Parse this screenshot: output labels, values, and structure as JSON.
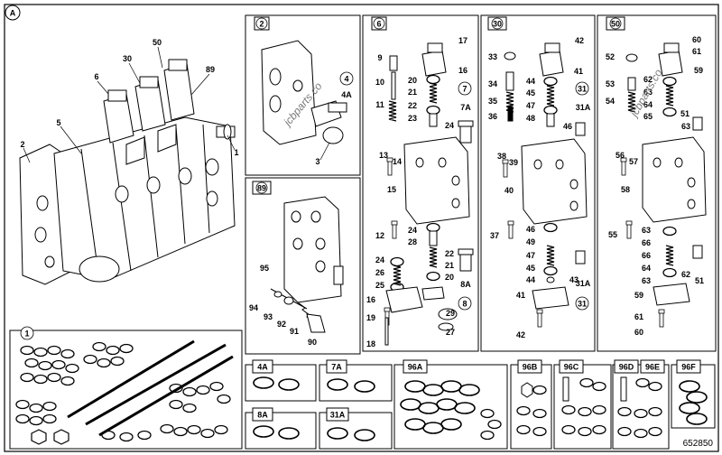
{
  "diagram": {
    "main_tag": "A",
    "drawing_number": "652850",
    "watermark": "jcbparts.co",
    "sections": {
      "s2": "2",
      "s4": "4",
      "s4a": "4A",
      "s6": "6",
      "s7": "7",
      "s7a": "7A",
      "s8": "8",
      "s8a": "8A",
      "s30": "30",
      "s31": "31",
      "s31a": "31A",
      "s50": "50",
      "s89": "89",
      "s1": "1",
      "s96a": "96A",
      "s96b": "96B",
      "s96c": "96C",
      "s96d": "96D",
      "s96e": "96E",
      "s96f": "96F"
    },
    "main_labels": {
      "l50": "50",
      "l30": "30",
      "l6": "6",
      "l89": "89",
      "l5": "5",
      "l2": "2",
      "l1": "1"
    },
    "box2_labels": {
      "l4": "4",
      "l4a": "4A",
      "l3": "3"
    },
    "box89_labels": {
      "l95": "95",
      "l94": "94",
      "l93": "93",
      "l92": "92",
      "l91": "91",
      "l90": "90"
    },
    "box6_labels": {
      "l9": "9",
      "l17": "17",
      "l20a": "20",
      "l16a": "16",
      "l10": "10",
      "l21a": "21",
      "l22a": "22",
      "l11": "11",
      "l23": "23",
      "l24a": "24",
      "l13": "13",
      "l14": "14",
      "l15": "15",
      "l12": "12",
      "l24b": "24",
      "l28": "28",
      "l22b": "22",
      "l21b": "21",
      "l20b": "20",
      "l24c": "24",
      "l26": "26",
      "l25": "25",
      "l16b": "16",
      "l19": "19",
      "l29": "29",
      "l27": "27",
      "l18": "18"
    },
    "box30_labels": {
      "l42a": "42",
      "l33": "33",
      "l41": "41",
      "l44a": "44",
      "l45a": "45",
      "l34": "34",
      "l35": "35",
      "l47a": "47",
      "l36": "36",
      "l48": "48",
      "l46a": "46",
      "l38": "38",
      "l39": "39",
      "l40": "40",
      "l37": "37",
      "l46b": "46",
      "l49": "49",
      "l47b": "47",
      "l45b": "45",
      "l44b": "44",
      "l43": "43",
      "l41b": "41",
      "l42b": "42"
    },
    "box50_labels": {
      "l60a": "60",
      "l61a": "61",
      "l52": "52",
      "l59a": "59",
      "l62a": "62",
      "l53": "53",
      "l63a": "63",
      "l54": "54",
      "l64a": "64",
      "l65": "65",
      "l51a": "51",
      "l63b": "63",
      "l56": "56",
      "l57": "57",
      "l58": "58",
      "l55": "55",
      "l63c": "63",
      "l66a": "66",
      "l66b": "66",
      "l64b": "64",
      "l63d": "63",
      "l62b": "62",
      "l51b": "51",
      "l59b": "59",
      "l61b": "61",
      "l60b": "60"
    }
  }
}
